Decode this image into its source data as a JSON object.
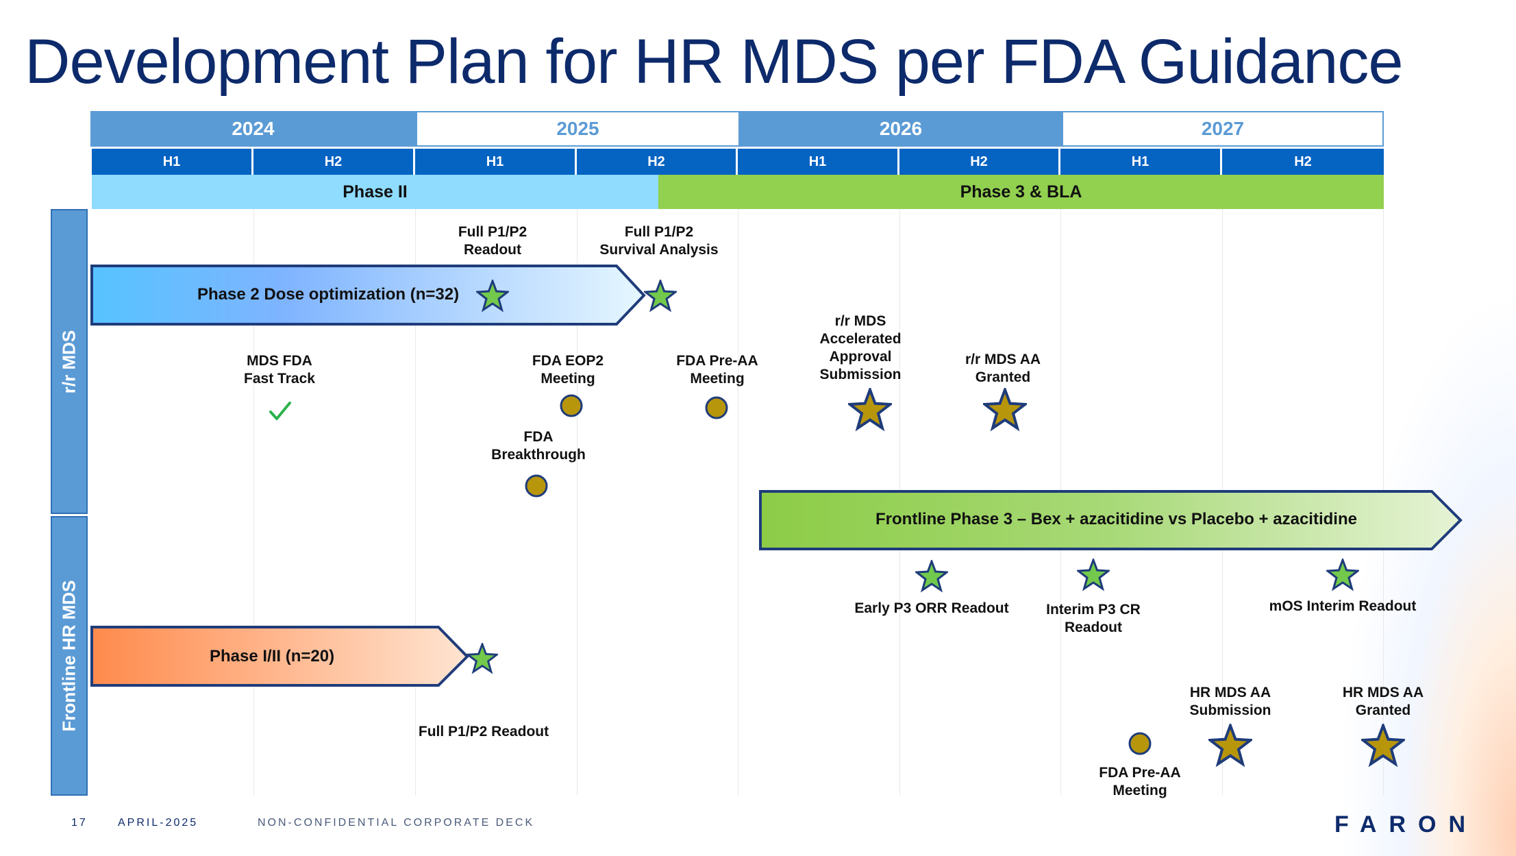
{
  "slide": {
    "title": "Development Plan for HR MDS per FDA Guidance",
    "years": [
      "2024",
      "2025",
      "2026",
      "2027"
    ],
    "halves": [
      "H1",
      "H2",
      "H1",
      "H2",
      "H1",
      "H2",
      "H1",
      "H2"
    ],
    "phases": [
      "Phase II",
      "Phase 3 & BLA"
    ],
    "rows": [
      "r/r MDS",
      "Frontline HR MDS"
    ],
    "arrows": {
      "dose_opt": "Phase 2 Dose optimization (n=32)",
      "frontline_p3": "Frontline Phase 3 – Bex + azacitidine vs Placebo + azacitidine",
      "phase12": "Phase I/II (n=20)"
    },
    "milestones": {
      "full_readout_top": "Full P1/P2\nReadout",
      "survival": "Full P1/P2\nSurvival Analysis",
      "fast_track": "MDS FDA\nFast Track",
      "eop2": "FDA EOP2\nMeeting",
      "breakthrough": "FDA\nBreakthrough",
      "preaa_rr": "FDA Pre-AA\nMeeting",
      "aa_submission_rr": "r/r MDS\nAccelerated\nApproval\nSubmission",
      "aa_granted_rr": "r/r MDS AA\nGranted",
      "early_orr": "Early P3 ORR Readout",
      "interim_cr": "Interim P3 CR\nReadout",
      "mos_interim": "mOS Interim Readout",
      "full_readout_bottom": "Full P1/P2 Readout",
      "hr_aa_submission": "HR MDS AA\nSubmission",
      "hr_aa_granted": "HR MDS AA\nGranted",
      "preaa_hr": "FDA Pre-AA\nMeeting"
    },
    "footer": {
      "page": "17",
      "date": "APRIL-2025",
      "deck": "NON-CONFIDENTIAL CORPORATE DECK",
      "logo": "FARON"
    }
  }
}
